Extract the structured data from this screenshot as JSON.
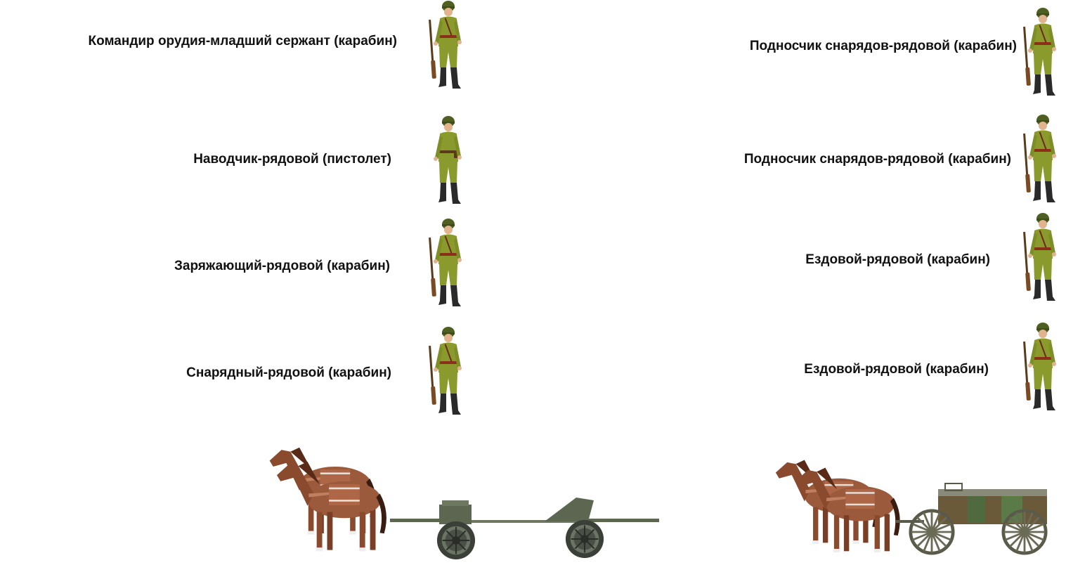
{
  "left_crew": [
    {
      "label": "Командир орудия-младший сержант (карабин)",
      "weapon": "carbine"
    },
    {
      "label": "Наводчик-рядовой (пистолет)",
      "weapon": "pistol"
    },
    {
      "label": "Заряжающий-рядовой (карабин)",
      "weapon": "carbine"
    },
    {
      "label": "Снарядный-рядовой (карабин)",
      "weapon": "carbine"
    }
  ],
  "right_crew": [
    {
      "label": "Подносчик снарядов-рядовой (карабин)",
      "weapon": "carbine"
    },
    {
      "label": "Подносчик снарядов-рядовой (карабин)",
      "weapon": "carbine"
    },
    {
      "label": "Ездовой-рядовой (карабин)",
      "weapon": "carbine"
    },
    {
      "label": "Ездовой-рядовой (карабин)",
      "weapon": "carbine"
    }
  ],
  "vehicles": {
    "left": "horse-team-with-limber-and-gun",
    "right": "horse-team-with-ammo-wagon"
  },
  "colors": {
    "uniform": "#8a9a2c",
    "uniform_dark": "#6b7a1e",
    "helmet": "#4f5f22",
    "boots": "#2a2a2a",
    "belt": "#8b2e1a",
    "horse": "#9b5a3c",
    "gun_metal": "#5c6650"
  }
}
